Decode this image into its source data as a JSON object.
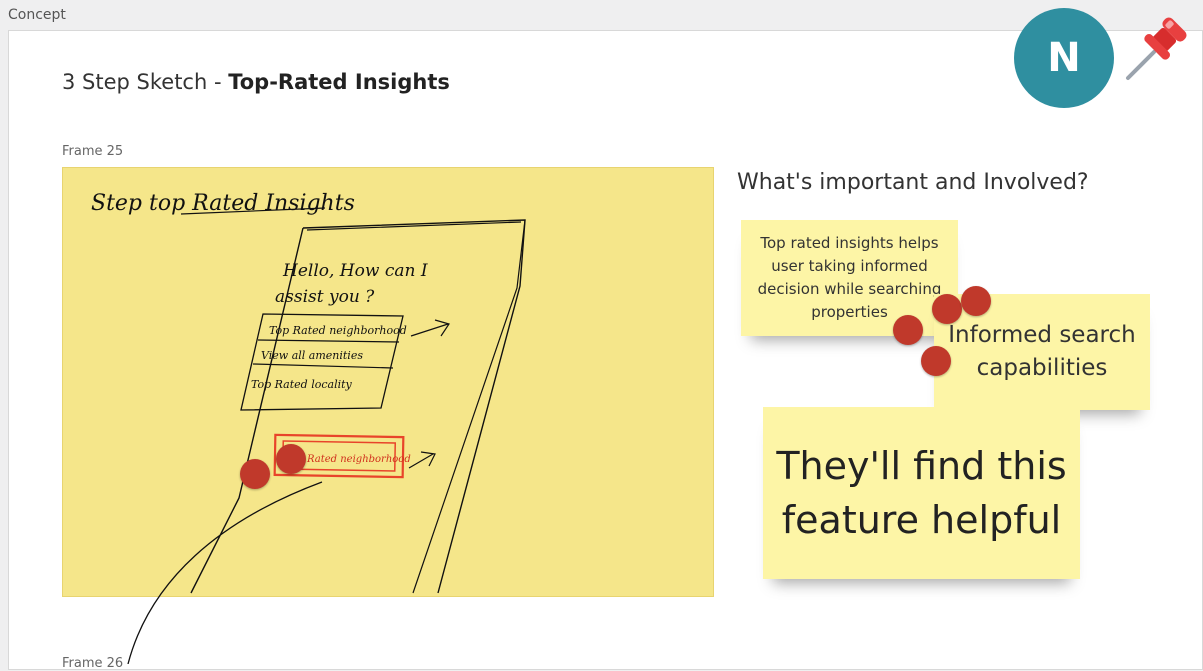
{
  "board": {
    "label": "Concept",
    "title_prefix": "3 Step Sketch - ",
    "title_bold": "Top-Rated Insights",
    "frame_label": "Frame 25",
    "next_frame_label": "Frame 26"
  },
  "sketch": {
    "heading": "Step top Rated Insights",
    "greeting_line1": "Hello, How can I",
    "greeting_line2": "assist you ?",
    "options": [
      "Top Rated neighborhood",
      "View all amenities",
      "Top Rated locality"
    ],
    "button": "Rated neighborhood"
  },
  "panel": {
    "heading": "What's important and Involved?"
  },
  "stickies": [
    {
      "text": "Top rated insights helps user taking informed decision while searching properties"
    },
    {
      "text": "Informed search capabilities"
    },
    {
      "text": "They'll find this feature helpful"
    }
  ],
  "user": {
    "initial": "N",
    "avatar_color": "#2f8fa0"
  },
  "colors": {
    "frame_bg": "#f5e68a",
    "sticky_bg": "#fdf5a6",
    "dot": "#c0392b",
    "sketch_accent": "#e8442a"
  },
  "icons": {
    "pin": "pushpin-icon"
  }
}
